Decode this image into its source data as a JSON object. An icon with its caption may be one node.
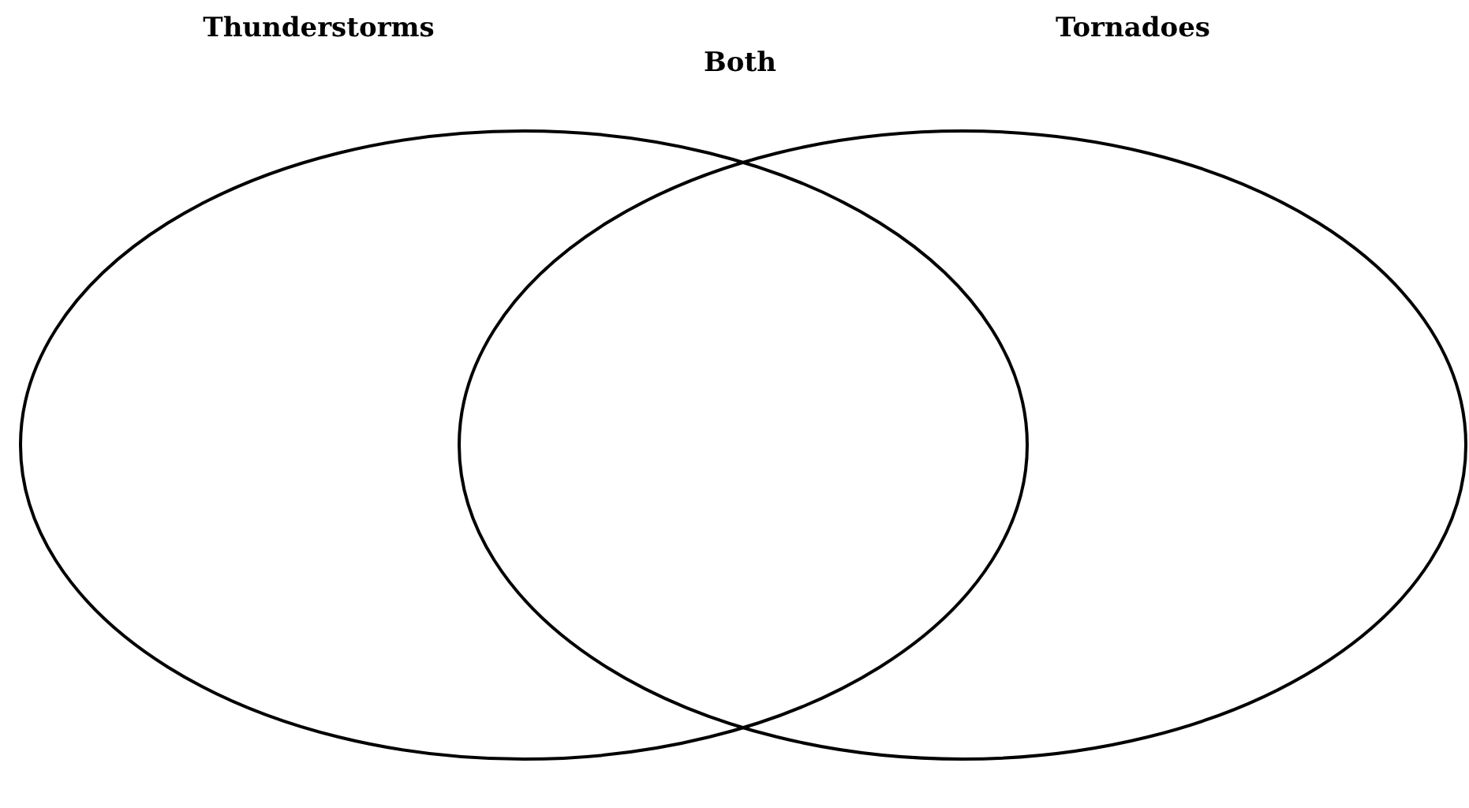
{
  "diagram": {
    "nodes": [
      {
        "text": [
          "Thunderstorms"
        ]
      },
      {
        "text": [
          "Tornadoes"
        ]
      }
    ],
    "labels": [
      "Both"
    ]
  }
}
